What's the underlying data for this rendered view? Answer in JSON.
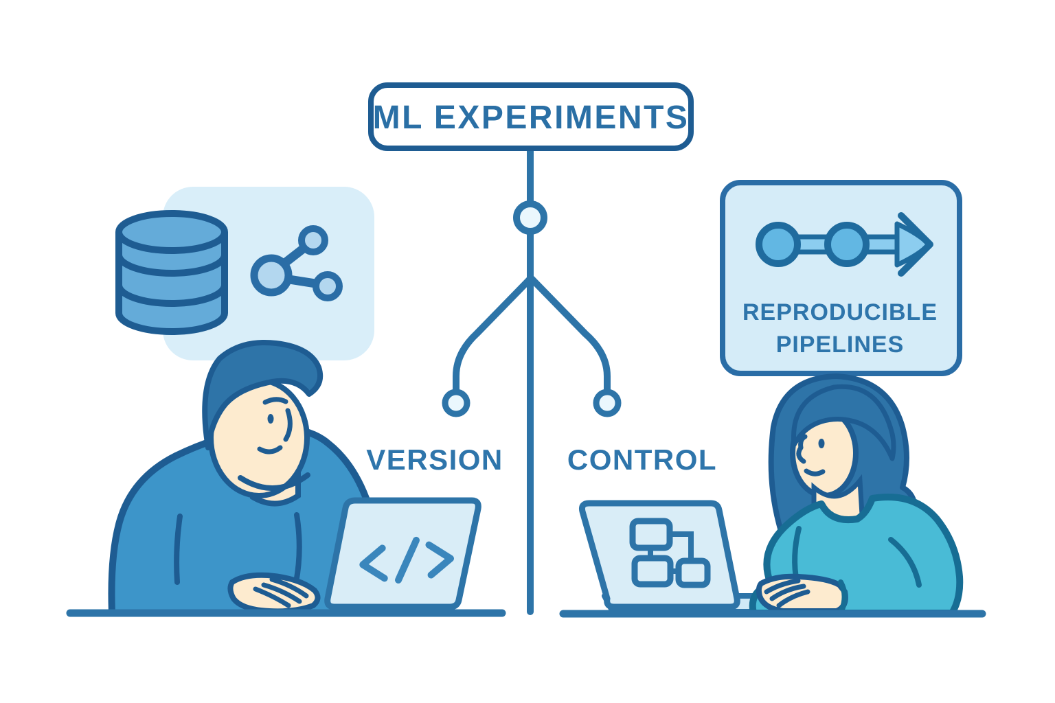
{
  "illustration": {
    "title": "ML EXPERIMENTS",
    "labels": {
      "left": "VERSION",
      "right": "CONTROL"
    },
    "badge": {
      "line1": "REPRODUCIBLE",
      "line2": "PIPELINES"
    },
    "icons": [
      "database-icon",
      "share-icon",
      "branch-tree-icon",
      "commit-node-icon",
      "pipeline-arrow-icon",
      "code-icon",
      "flowchart-icon",
      "laptop-icon"
    ],
    "figures": [
      "male-developer-at-laptop",
      "female-developer-at-laptop"
    ],
    "colors": {
      "outline": "#1e5c92",
      "teal_outline": "#176d94",
      "line_blue": "#2d74a8",
      "title_text": "#2a6fa5",
      "label_text": "#2e75ab",
      "panel_light": "#d9eef9",
      "badge_fill": "#d5ecf8",
      "screen_fill": "#d9edf7",
      "deck_fill": "#cfe9f6",
      "man_sweater": "#3d95c9",
      "woman_sweater": "#49bbd6",
      "hair_blue": "#2e74a8",
      "skin": "#fdebcf",
      "database_fill": "#64abd9",
      "share_node_fill": "#b3d7ef",
      "pipeline_node_fill": "#62b7e3",
      "pipe_fill": "#8ccdef",
      "branch_node_fill": "#eaf7fd",
      "code_glyph": "#3a86bc"
    }
  }
}
